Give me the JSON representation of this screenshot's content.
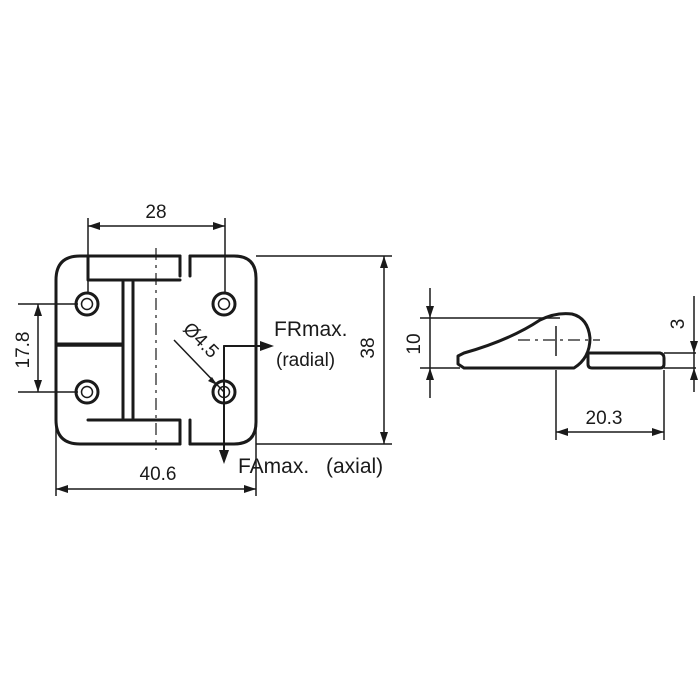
{
  "dimensions": {
    "hole_spacing_width": "28",
    "total_width": "40.6",
    "total_height": "38",
    "hole_spacing_height": "17.8",
    "hole_diameter": "Ø4.5",
    "thickness": "10",
    "leaf_thickness": "3",
    "side_length": "20.3"
  },
  "loads": {
    "radial_label": "FRmax.",
    "radial_sub": "(radial)",
    "axial_label": "FAmax.",
    "axial_sub": "(axial)"
  }
}
